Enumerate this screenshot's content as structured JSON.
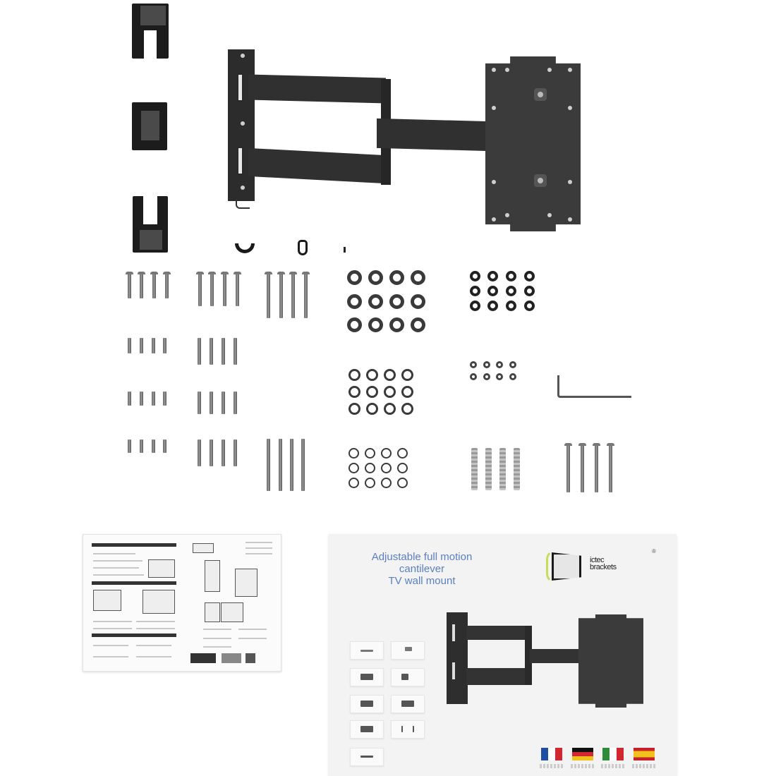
{
  "scene": {
    "description": "Product flat-lay of a full motion cantilever TV wall mount kit with hardware, instruction manual and retail box",
    "background": "#ffffff"
  },
  "components": {
    "cable_clips": {
      "count": 3,
      "shapes": [
        "inverted-U",
        "square",
        "U"
      ]
    },
    "mount": {
      "wall_plate": "vertical black wall plate with hooks",
      "arms": "double articulating arm",
      "tv_plate": "VESA mounting plate with two central tilt knobs"
    },
    "small_parts": [
      "hook",
      "ring clip",
      "pin"
    ],
    "screw_groups": [
      {
        "row": 1,
        "col": 1,
        "count": 4,
        "type": "bolt with head"
      },
      {
        "row": 1,
        "col": 2,
        "count": 4,
        "type": "bolt with head"
      },
      {
        "row": 1,
        "col": 3,
        "count": 4,
        "type": "long bolt with head"
      },
      {
        "row": 2,
        "col": 1,
        "count": 4,
        "type": "short bolt"
      },
      {
        "row": 2,
        "col": 2,
        "count": 4,
        "type": "bolt"
      },
      {
        "row": 3,
        "col": 1,
        "count": 4,
        "type": "short bolt"
      },
      {
        "row": 3,
        "col": 2,
        "count": 4,
        "type": "bolt"
      },
      {
        "row": 4,
        "col": 1,
        "count": 4,
        "type": "short bolt"
      },
      {
        "row": 4,
        "col": 2,
        "count": 4,
        "type": "bolt"
      },
      {
        "row": 4,
        "col": 3,
        "count": 4,
        "type": "long bolt"
      }
    ],
    "washer_groups": [
      {
        "name": "large washers",
        "count": 12
      },
      {
        "name": "medium washers",
        "count": 12
      },
      {
        "name": "small washers",
        "count": 12
      },
      {
        "name": "nuts",
        "count": 12
      },
      {
        "name": "tiny nuts",
        "count": 8
      }
    ],
    "wall_anchors": {
      "count": 4
    },
    "lag_bolts": {
      "count": 4
    },
    "allen_key": {
      "count": 1
    }
  },
  "box": {
    "title_lines": [
      "Adjustable full motion",
      "cantilever",
      "TV wall mount"
    ],
    "brand_line1": "ictec",
    "brand_line2": "brackets",
    "brand_mark": "®",
    "feature_icon_count": 9,
    "flags": [
      {
        "country": "France",
        "colors": [
          "#1f4fa0",
          "#ffffff",
          "#d22630"
        ]
      },
      {
        "country": "Germany",
        "colors": [
          "#111111",
          "#d22630",
          "#f0c21b"
        ]
      },
      {
        "country": "Italy",
        "colors": [
          "#2e8b3a",
          "#ffffff",
          "#d22630"
        ]
      },
      {
        "country": "Spain",
        "colors": [
          "#c8202b",
          "#f1c21b",
          "#c8202b"
        ]
      }
    ],
    "title_color": "#5a7fc0",
    "brand_accent": "#c9dc5a"
  },
  "manual": {
    "description": "Folded instruction sheet with assembly diagrams"
  }
}
